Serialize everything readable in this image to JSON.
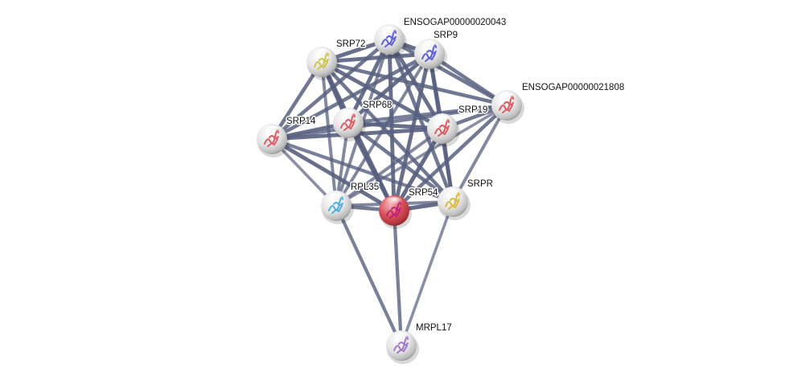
{
  "diagram": {
    "type": "protein-interaction-network",
    "query_protein": "SRP54",
    "edge_color": "#58607f",
    "query_node_color": "#d9545c",
    "default_node_color": "#e6e6e6",
    "nodes": [
      {
        "id": "SRP72",
        "label": "SRP72",
        "structure_color": "#c8c23a",
        "query": false
      },
      {
        "id": "ENSOGAP00000020043",
        "label": "ENSOGAP00000020043",
        "structure_color": "#4b4fd6",
        "query": false
      },
      {
        "id": "SRP9",
        "label": "SRP9",
        "structure_color": "#4b4fd6",
        "query": false
      },
      {
        "id": "ENSOGAP00000021808",
        "label": "ENSOGAP00000021808",
        "structure_color": "#d94a55",
        "query": false
      },
      {
        "id": "SRP68",
        "label": "SRP68",
        "structure_color": "#d94a55",
        "query": false
      },
      {
        "id": "SRP14",
        "label": "SRP14",
        "structure_color": "#d94a55",
        "query": false
      },
      {
        "id": "SRP19",
        "label": "SRP19",
        "structure_color": "#d94a55",
        "query": false
      },
      {
        "id": "RPL35",
        "label": "RPL35",
        "structure_color": "#3fa9d6",
        "query": false
      },
      {
        "id": "SRP54",
        "label": "SRP54",
        "structure_color": "#c2187a",
        "query": true
      },
      {
        "id": "SRPR",
        "label": "SRPR",
        "structure_color": "#d8b42a",
        "query": false
      },
      {
        "id": "MRPL17",
        "label": "MRPL17",
        "structure_color": "#9a6cc8",
        "query": false
      }
    ],
    "edges": [
      [
        "SRP72",
        "ENSOGAP00000020043",
        0.9
      ],
      [
        "SRP72",
        "SRP9",
        0.9
      ],
      [
        "SRP72",
        "ENSOGAP00000021808",
        0.8
      ],
      [
        "SRP72",
        "SRP68",
        0.95
      ],
      [
        "SRP72",
        "SRP14",
        0.8
      ],
      [
        "SRP72",
        "SRP19",
        0.9
      ],
      [
        "SRP72",
        "RPL35",
        0.6
      ],
      [
        "SRP72",
        "SRP54",
        0.95
      ],
      [
        "SRP72",
        "SRPR",
        0.8
      ],
      [
        "ENSOGAP00000020043",
        "SRP9",
        0.95
      ],
      [
        "ENSOGAP00000020043",
        "ENSOGAP00000021808",
        0.8
      ],
      [
        "ENSOGAP00000020043",
        "SRP68",
        0.9
      ],
      [
        "ENSOGAP00000020043",
        "SRP14",
        0.8
      ],
      [
        "ENSOGAP00000020043",
        "SRP19",
        0.9
      ],
      [
        "ENSOGAP00000020043",
        "RPL35",
        0.6
      ],
      [
        "ENSOGAP00000020043",
        "SRP54",
        0.9
      ],
      [
        "ENSOGAP00000020043",
        "SRPR",
        0.8
      ],
      [
        "SRP9",
        "ENSOGAP00000021808",
        0.8
      ],
      [
        "SRP9",
        "SRP68",
        0.9
      ],
      [
        "SRP9",
        "SRP14",
        0.8
      ],
      [
        "SRP9",
        "SRP19",
        0.9
      ],
      [
        "SRP9",
        "RPL35",
        0.6
      ],
      [
        "SRP9",
        "SRP54",
        0.9
      ],
      [
        "SRP9",
        "SRPR",
        0.8
      ],
      [
        "ENSOGAP00000021808",
        "SRP68",
        0.7
      ],
      [
        "ENSOGAP00000021808",
        "SRP14",
        0.7
      ],
      [
        "ENSOGAP00000021808",
        "SRP19",
        0.8
      ],
      [
        "ENSOGAP00000021808",
        "RPL35",
        0.5
      ],
      [
        "ENSOGAP00000021808",
        "SRP54",
        0.8
      ],
      [
        "ENSOGAP00000021808",
        "SRPR",
        0.6
      ],
      [
        "SRP68",
        "SRP14",
        0.9
      ],
      [
        "SRP68",
        "SRP19",
        0.9
      ],
      [
        "SRP68",
        "RPL35",
        0.6
      ],
      [
        "SRP68",
        "SRP54",
        0.95
      ],
      [
        "SRP68",
        "SRPR",
        0.8
      ],
      [
        "SRP14",
        "SRP19",
        0.9
      ],
      [
        "SRP14",
        "RPL35",
        0.5
      ],
      [
        "SRP14",
        "SRP54",
        0.9
      ],
      [
        "SRP14",
        "SRPR",
        0.7
      ],
      [
        "SRP19",
        "RPL35",
        0.6
      ],
      [
        "SRP19",
        "SRP54",
        0.95
      ],
      [
        "SRP19",
        "SRPR",
        0.8
      ],
      [
        "RPL35",
        "SRP54",
        0.8
      ],
      [
        "RPL35",
        "SRPR",
        0.6
      ],
      [
        "RPL35",
        "MRPL17",
        0.7
      ],
      [
        "SRP54",
        "SRPR",
        0.95
      ],
      [
        "SRP54",
        "MRPL17",
        0.7
      ],
      [
        "SRPR",
        "MRPL17",
        0.5
      ]
    ]
  }
}
